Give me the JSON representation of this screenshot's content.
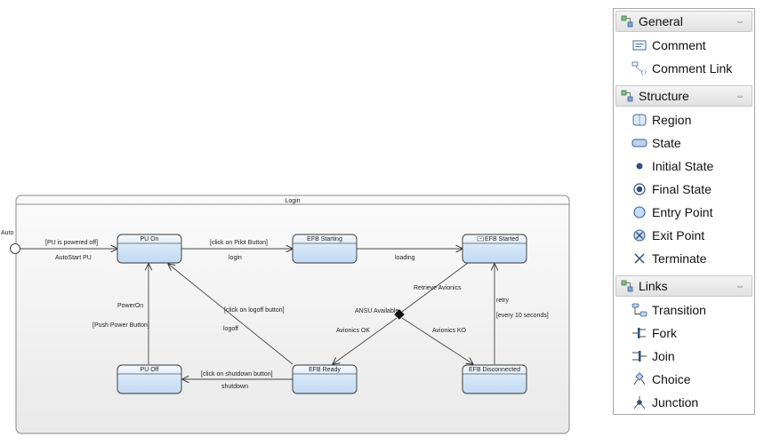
{
  "diagram": {
    "region_title": "Login",
    "initial_label": "Auto",
    "states": {
      "pu_on": "PU On",
      "efb_starting": "EFB Starting",
      "efb_started": "EFB Started",
      "pu_off": "PU Off",
      "efb_ready": "EFB Ready",
      "efb_disconnected": "EFB Disconnected"
    },
    "transitions": {
      "powered_guard": "[PU is powered off]",
      "autostart": "AutoStart PU",
      "pilot_guard": "[click on Pilot Button]",
      "login": "login",
      "loading": "loading",
      "retrieve": "Retrieve Avionics",
      "ansu": "ANSU Available",
      "retry": "retry",
      "every10": "[every 10 seconds]",
      "poweron": "PowerOn",
      "push_power": "[Push Power Button]",
      "logoff_guard": "[click on logoff button]",
      "logoff": "logoff",
      "avionics_ok": "Avionics OK",
      "avionics_ko": "Avionics KO",
      "shutdown_guard": "[click on shutdown button]",
      "shutdown": "shutdown"
    }
  },
  "palette": {
    "general": {
      "header": "General",
      "items": {
        "comment": "Comment",
        "comment_link": "Comment Link"
      }
    },
    "structure": {
      "header": "Structure",
      "items": {
        "region": "Region",
        "state": "State",
        "initial_state": "Initial State",
        "final_state": "Final State",
        "entry_point": "Entry Point",
        "exit_point": "Exit Point",
        "terminate": "Terminate"
      }
    },
    "links": {
      "header": "Links",
      "items": {
        "transition": "Transition",
        "fork": "Fork",
        "join": "Join",
        "choice": "Choice",
        "junction": "Junction"
      }
    }
  }
}
